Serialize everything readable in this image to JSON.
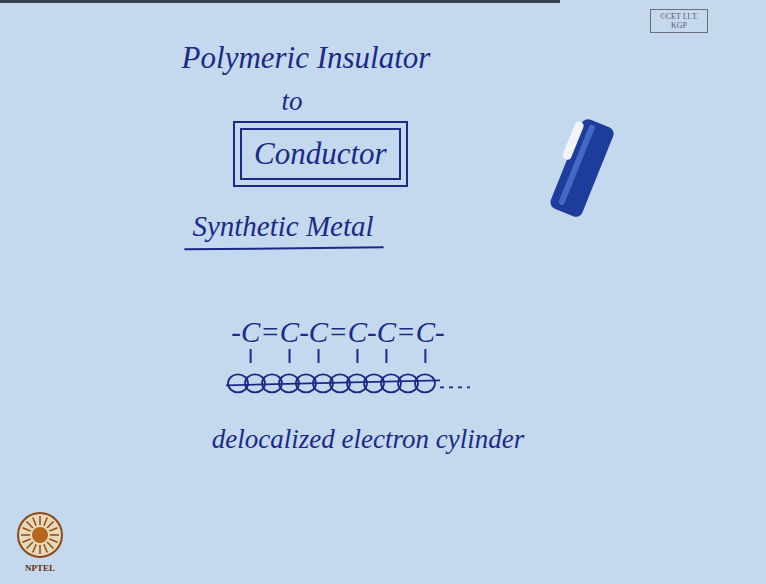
{
  "diagram": {
    "title": "Polymeric Insulator",
    "nodes": [
      {
        "text": [
          "©CET I.I.T. KGP"
        ]
      },
      {
        "text": [
          "Conductor"
        ]
      }
    ],
    "labels": [
      "to",
      "Synthetic Metal",
      "-C=C-C=C-C=C-",
      "delocalized electron cylinder",
      "NPTEL"
    ]
  }
}
